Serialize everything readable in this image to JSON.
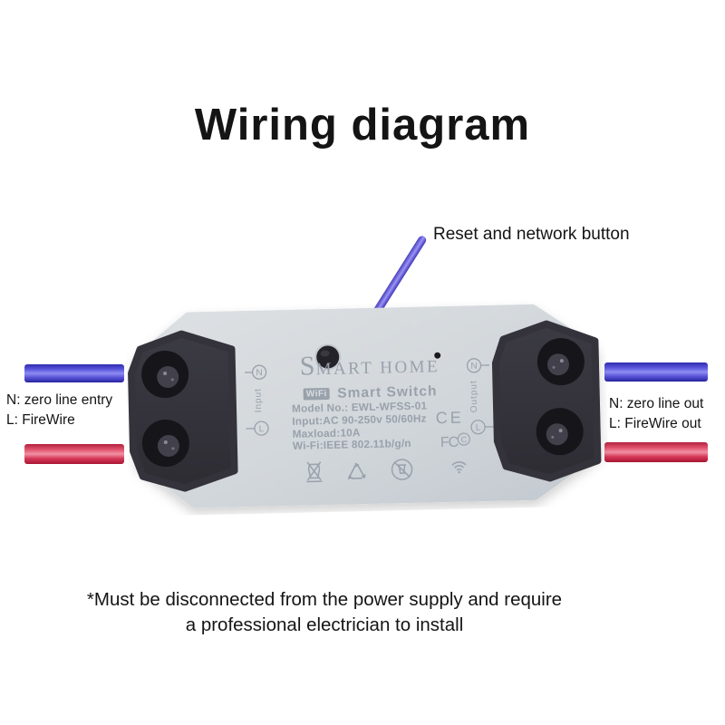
{
  "title": "Wiring diagram",
  "annotations": {
    "reset": "Reset and network button",
    "left_line1": "N: zero line entry",
    "left_line2": "L: FireWire",
    "right_line1": "N: zero line out",
    "right_line2": "L: FireWire out",
    "footnote_line1": "*Must be disconnected from the power supply and require",
    "footnote_line2": "a professional electrician to install"
  },
  "device": {
    "brand_initial": "S",
    "brand_rest": "MART HOME",
    "wifi_badge": "WiFi",
    "product_name": "Smart Switch",
    "spec_lines": [
      "Model No.: EWL-WFSS-01",
      "Input:AC 90-250v 50/60Hz",
      "Maxload:10A",
      "Wi-Fi:IEEE 802.11b/g/n"
    ],
    "terminals": {
      "neutral": "N",
      "live": "L",
      "input": "Input",
      "output": "Output"
    },
    "certifications": {
      "ce": "CE",
      "fcc": "FC",
      "fcc_c": "C"
    },
    "icons": [
      "weee-bin-icon",
      "recycle-icon",
      "no-litter-icon",
      "wifi-signal-icon",
      "reset-button",
      "status-led"
    ]
  },
  "colors": {
    "neutral_wire_blue": "#3c35c9",
    "live_wire_red": "#d02a4e",
    "pointer_arrow_violet": "#6c62e0",
    "device_body_gray": "#d3d8dc",
    "end_cap_charcoal": "#34333b",
    "print_gray": "#99a1ab",
    "text_black": "#141414"
  }
}
